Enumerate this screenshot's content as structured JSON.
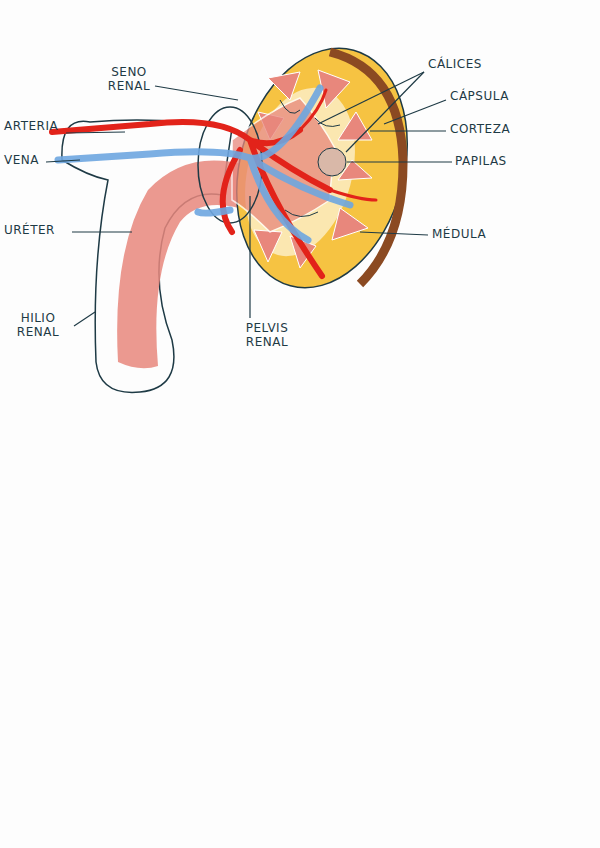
{
  "diagram": {
    "labels": [
      "SENO RENAL",
      "ARTERIA",
      "VENA",
      "URÉTER",
      "HILIO RENAL",
      "CÁLICES",
      "CÁPSULA",
      "CORTEZA",
      "PAPILAS",
      "MÉDULA",
      "PELVIS RENAL"
    ]
  }
}
